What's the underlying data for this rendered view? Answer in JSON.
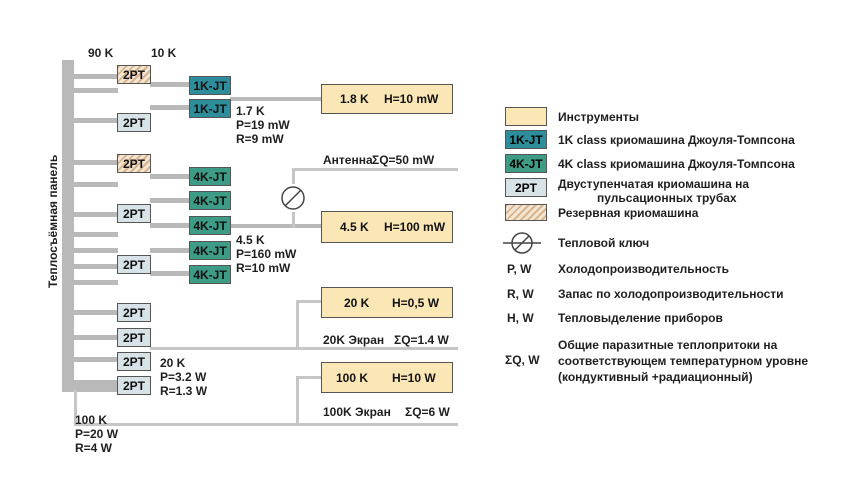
{
  "panel_label": "Теплосъёмная панель",
  "top_labels": {
    "left": "90 K",
    "right": "10 K"
  },
  "coolers": {
    "two_stage": "2PT",
    "one_k": "1K-JT",
    "four_k": "4K-JT"
  },
  "stage_1_7k": {
    "temp": "1.7 K",
    "power": "P=19 mW",
    "reserve": "R=9 mW"
  },
  "stage_4_5k": {
    "temp": "4.5 K",
    "power": "P=160 mW",
    "reserve": "R=10 mW"
  },
  "stage_20k": {
    "temp": "20 K",
    "power": "P=3.2 W",
    "reserve": "R=1.3 W"
  },
  "stage_100k": {
    "temp": "100 K",
    "power": "P=20 W",
    "reserve": "R=4 W"
  },
  "loads": [
    {
      "temp": "1.8 K",
      "heat": "H=10 mW"
    },
    {
      "temp": "4.5 K",
      "heat": "H=100 mW"
    },
    {
      "temp": "20 K",
      "heat": "H=0,5 W"
    },
    {
      "temp": "100 K",
      "heat": "H=10 W"
    }
  ],
  "lines": {
    "antenna": {
      "name": "Антенна",
      "flux": "ΣQ=50 mW"
    },
    "screen_20k": {
      "name": "20K  Экран",
      "flux": "ΣQ=1.4 W"
    },
    "screen_100k": {
      "name": "100K  Экран",
      "flux": "ΣQ=6 W"
    }
  },
  "legend": {
    "instruments": "Инструменты",
    "one_k_desc": "1K class криомашина Джоуля-Томпсона",
    "four_k_desc": "4K class криомашина Джоуля-Томпсона",
    "two_stage_desc_1": "Двуступенчатая криомашина на",
    "two_stage_desc_2": "пульсационных трубах",
    "reserve": "Резервная криомашина",
    "thermal_key": "Тепловой ключ",
    "p_sym": "P, W",
    "p_desc": "Холодопроизводительность",
    "r_sym": "R, W",
    "r_desc": "Запас по холодопроизводительности",
    "h_sym": "H, W",
    "h_desc": "Тепловыделение приборов",
    "q_sym": "ΣQ, W",
    "q_desc_1": "Общие паразитные теплопритоки на",
    "q_desc_2": "соответствующем температурном уровне",
    "q_desc_3": "(кондуктивный +радиационный)"
  },
  "colors": {
    "panel": "#b9b9b9",
    "load": "#fbe7b5",
    "two_stage": "#d8e3e8",
    "one_k": "#2e8d9a",
    "four_k": "#3d9b86",
    "reserve": "#d9b48c"
  }
}
